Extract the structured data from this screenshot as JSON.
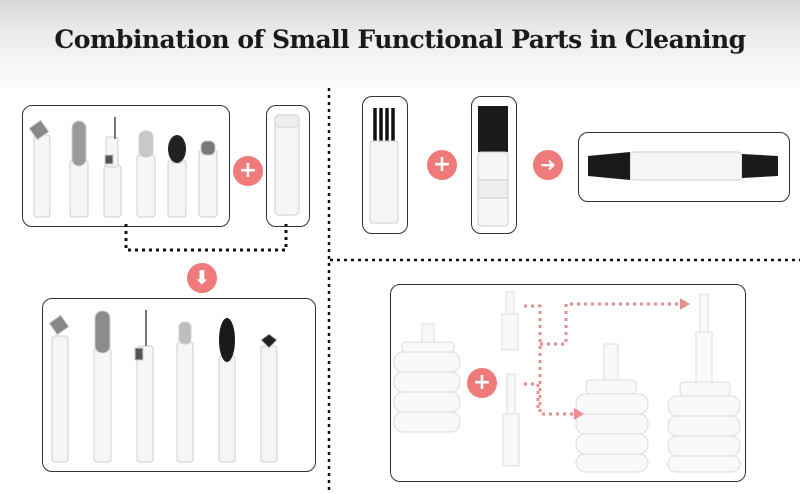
{
  "header": {
    "title": "Combination of Small Functional Parts in Cleaning"
  },
  "symbols": {
    "plus": "+",
    "arrow_right": "➜",
    "arrow_down": "⬇"
  },
  "colors": {
    "accent": "#ee7a7a",
    "divider": "#111111",
    "tool_body": "#f5f5f5",
    "tool_gray": "#8c8c8c",
    "brush_black": "#1a1a1a",
    "dotted_arrow": "#e88f8f"
  },
  "panels": [
    {
      "id": "top-left",
      "content": "six tool heads plus storage tube, combine into six assembled pens"
    },
    {
      "id": "top-right",
      "content": "brush plus holder yields double-ended brush"
    },
    {
      "id": "bottom-right",
      "content": "bellows air blower plus two nozzles"
    }
  ]
}
